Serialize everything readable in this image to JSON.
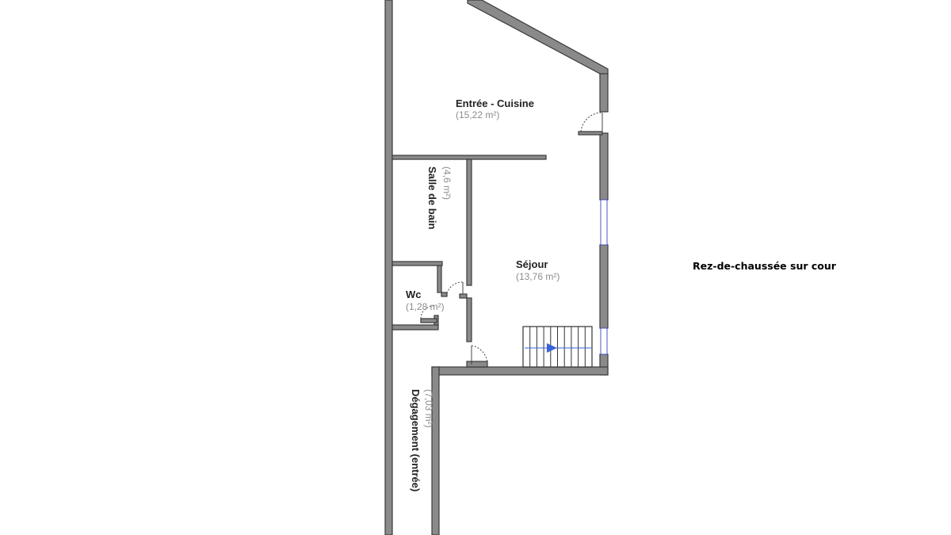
{
  "caption": "Rez-de-chaussée sur cour",
  "rooms": {
    "entree_cuisine": {
      "name": "Entrée - Cuisine",
      "area": "(15,22 m²)"
    },
    "salle_de_bain": {
      "name": "Salle de bain",
      "area": "(4,6 m²)"
    },
    "wc": {
      "name": "Wc",
      "area": "(1,28 m²)"
    },
    "sejour": {
      "name": "Séjour",
      "area": "(13,76 m²)"
    },
    "degagement": {
      "name": "Dégagement (entrée)",
      "area": "(7,03 m²)"
    }
  },
  "colors": {
    "wall": "#8a8a8a",
    "window": "#4a56c8",
    "stair_arrow": "#3a63d8"
  }
}
